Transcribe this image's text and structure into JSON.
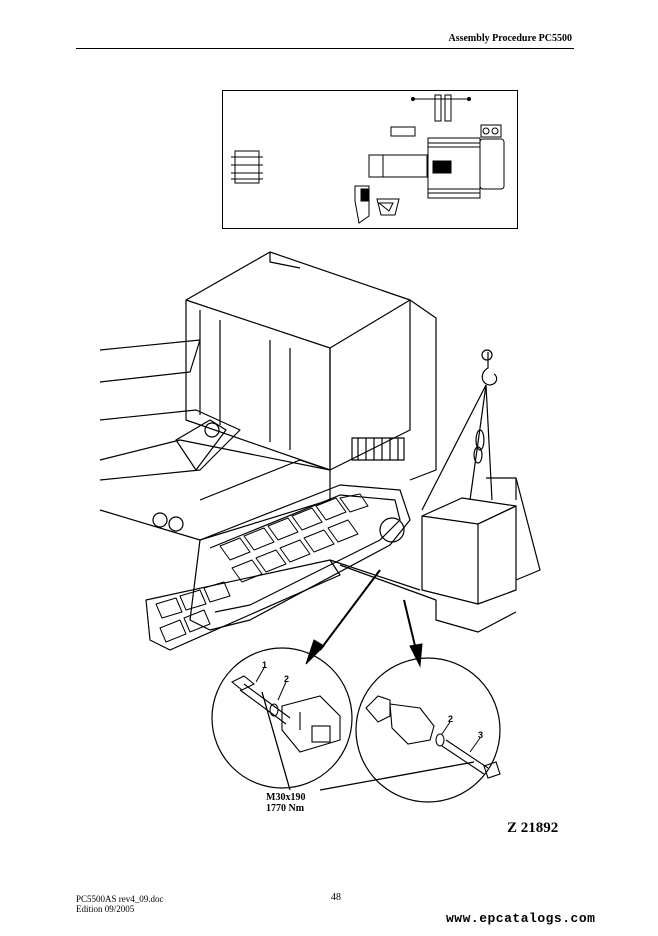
{
  "header": {
    "title": "Assembly Procedure PC5500"
  },
  "figure": {
    "spec_size": "M30x190",
    "spec_torque": "1770 Nm",
    "figure_id": "Z 21892",
    "part_numbers": [
      "1",
      "2",
      "2",
      "3"
    ]
  },
  "footer": {
    "doc_name": "PC5500AS rev4_09.doc",
    "edition": "Edition 09/2005",
    "page_number": "48"
  },
  "watermark": "www.epcatalogs.com"
}
